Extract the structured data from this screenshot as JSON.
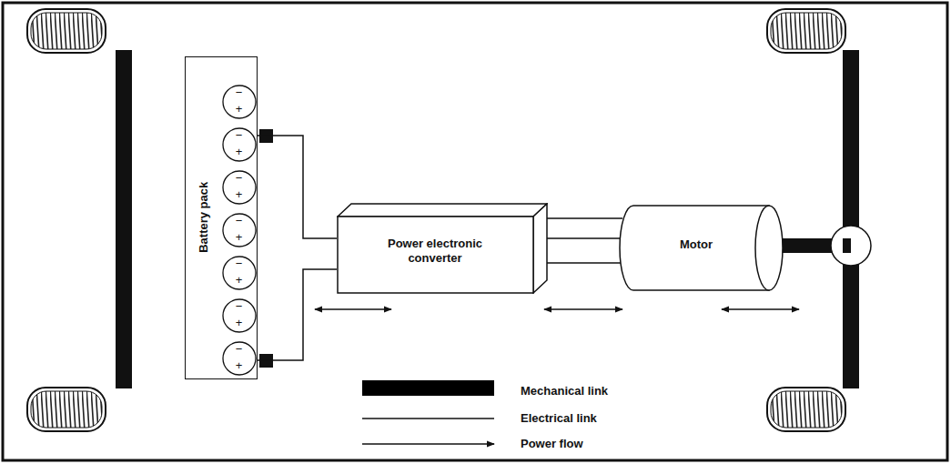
{
  "diagram": {
    "nodes": [
      {
        "text": [
          "Battery pack"
        ]
      },
      {
        "text": [
          "Power electronic converter"
        ]
      },
      {
        "text": [
          "Motor"
        ]
      }
    ],
    "edges": [
      {
        "from": 0,
        "to": 1,
        "arrow": "none"
      },
      {
        "from": 1,
        "to": 2,
        "arrow": "none"
      }
    ],
    "labels": [
      "−",
      "+",
      "−",
      "+",
      "−",
      "+",
      "−",
      "+",
      "−",
      "+",
      "−",
      "+",
      "−",
      "+"
    ],
    "legend": [
      {
        "text": "Mechanical link",
        "color": "#000000"
      },
      {
        "text": "Electrical link"
      },
      {
        "text": "Power flow"
      }
    ]
  }
}
